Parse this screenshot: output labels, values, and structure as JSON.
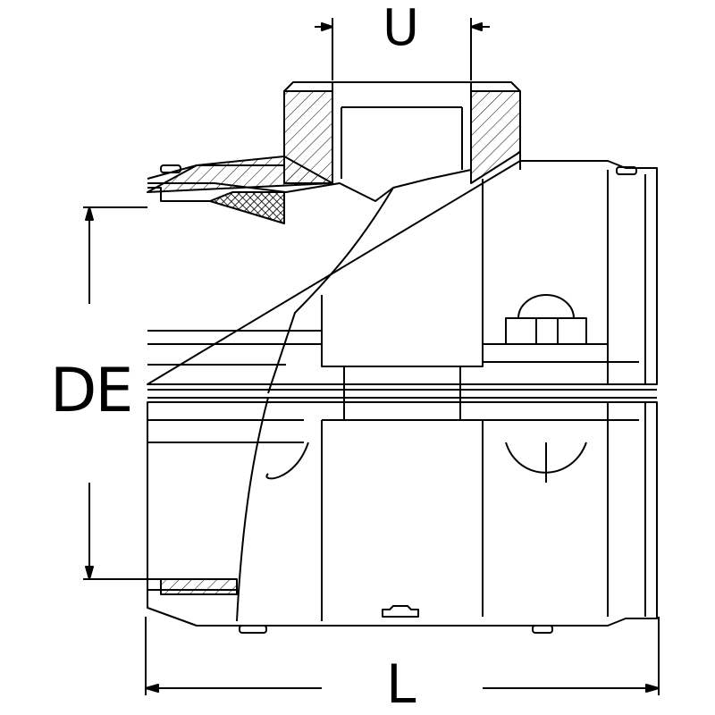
{
  "dimensions": {
    "outlet_label": "U",
    "diameter_label": "DE",
    "length_label": "L"
  },
  "colors": {
    "line": "#000000",
    "background": "#ffffff"
  }
}
